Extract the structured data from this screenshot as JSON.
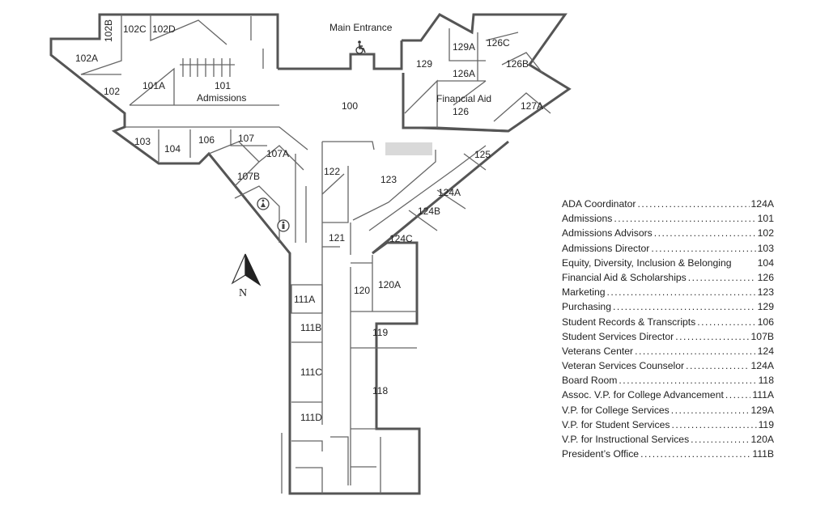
{
  "map": {
    "entrance_label": "Main Entrance",
    "north_label": "N",
    "rooms": [
      {
        "id": "102B",
        "name": null
      },
      {
        "id": "102C",
        "name": null
      },
      {
        "id": "102D",
        "name": null
      },
      {
        "id": "102A",
        "name": null
      },
      {
        "id": "102",
        "name": null
      },
      {
        "id": "101A",
        "name": null
      },
      {
        "id": "101",
        "name": "Admissions"
      },
      {
        "id": "100",
        "name": null
      },
      {
        "id": "103",
        "name": null
      },
      {
        "id": "104",
        "name": null
      },
      {
        "id": "106",
        "name": null
      },
      {
        "id": "107",
        "name": null
      },
      {
        "id": "107A",
        "name": null
      },
      {
        "id": "107B",
        "name": null
      },
      {
        "id": "129",
        "name": null
      },
      {
        "id": "129A",
        "name": null
      },
      {
        "id": "126C",
        "name": null
      },
      {
        "id": "126A",
        "name": null
      },
      {
        "id": "126B",
        "name": null
      },
      {
        "id": "126",
        "name": "Financial Aid"
      },
      {
        "id": "127A",
        "name": null
      },
      {
        "id": "122",
        "name": null
      },
      {
        "id": "123",
        "name": null
      },
      {
        "id": "125",
        "name": null
      },
      {
        "id": "124A",
        "name": null
      },
      {
        "id": "124B",
        "name": null
      },
      {
        "id": "124C",
        "name": null
      },
      {
        "id": "121",
        "name": null
      },
      {
        "id": "120",
        "name": null
      },
      {
        "id": "120A",
        "name": null
      },
      {
        "id": "111A",
        "name": null
      },
      {
        "id": "111B",
        "name": null
      },
      {
        "id": "119",
        "name": null
      },
      {
        "id": "111C",
        "name": null
      },
      {
        "id": "118",
        "name": null
      },
      {
        "id": "111D",
        "name": null
      }
    ],
    "icons": [
      "accessible-entrance-icon",
      "restroom-women-icon",
      "restroom-men-icon",
      "north-arrow-icon"
    ]
  },
  "directory": [
    {
      "name": "ADA Coordinator",
      "room": "124A",
      "dotted": true
    },
    {
      "name": "Admissions",
      "room": "101",
      "dotted": true
    },
    {
      "name": "Admissions Advisors",
      "room": "102",
      "dotted": true
    },
    {
      "name": "Admissions Director",
      "room": "103",
      "dotted": true
    },
    {
      "name": "Equity, Diversity, Inclusion & Belonging",
      "room": "104",
      "dotted": false
    },
    {
      "name": "Financial Aid & Scholarships",
      "room": "126",
      "dotted": true
    },
    {
      "name": "Marketing",
      "room": "123",
      "dotted": true
    },
    {
      "name": "Purchasing",
      "room": "129",
      "dotted": true
    },
    {
      "name": "Student Records & Transcripts",
      "room": "106",
      "dotted": true
    },
    {
      "name": "Student Services Director",
      "room": "107B",
      "dotted": true
    },
    {
      "name": "Veterans Center",
      "room": "124",
      "dotted": true
    },
    {
      "name": "Veteran Services Counselor",
      "room": "124A",
      "dotted": true
    },
    {
      "name": "Board Room",
      "room": "118",
      "dotted": true
    },
    {
      "name": "Assoc. V.P. for College Advancement",
      "room": "111A",
      "dotted": true
    },
    {
      "name": "V.P. for College Services",
      "room": "129A",
      "dotted": true
    },
    {
      "name": "V.P. for Student Services",
      "room": "119",
      "dotted": true
    },
    {
      "name": "V.P. for Instructional Services",
      "room": "120A",
      "dotted": true
    },
    {
      "name": "President’s Office",
      "room": "111B",
      "dotted": true
    }
  ]
}
